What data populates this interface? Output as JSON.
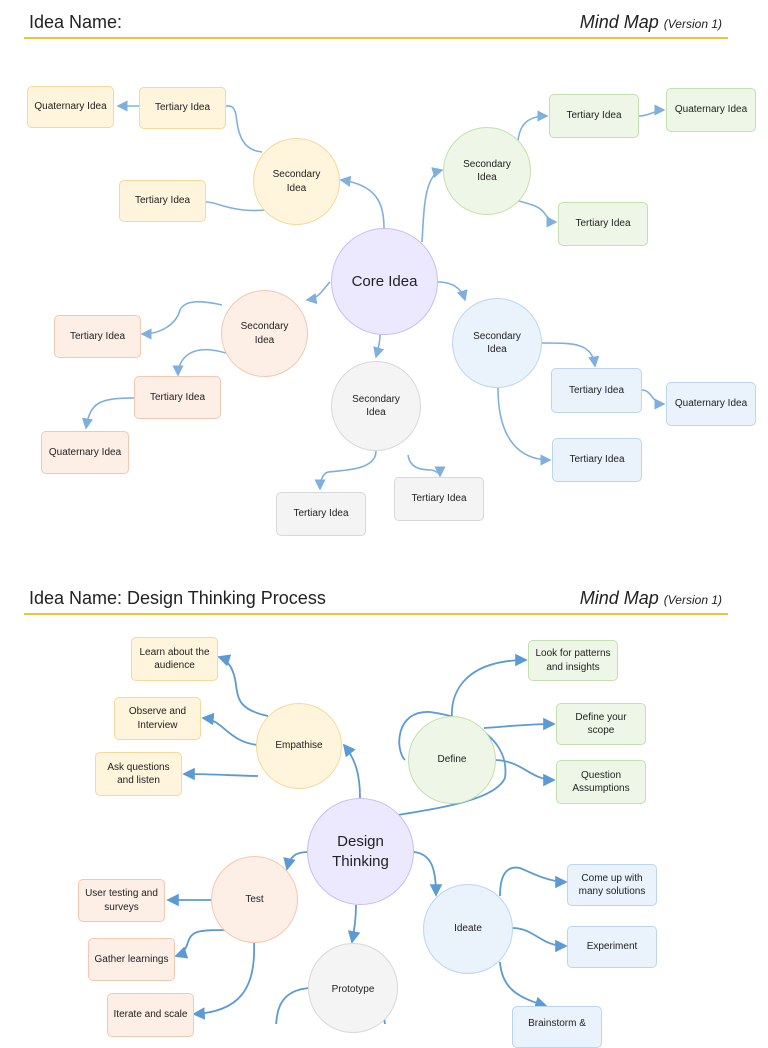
{
  "header1": {
    "left": "Idea Name:",
    "right": "Mind Map",
    "version": "(Version 1)"
  },
  "map1": {
    "core": "Core Idea",
    "secondary": [
      "Secondary Idea",
      "Secondary Idea",
      "Secondary Idea",
      "Secondary Idea",
      "Secondary Idea"
    ],
    "tertiary": "Tertiary Idea",
    "quaternary": "Quaternary Idea"
  },
  "header2": {
    "left": "Idea Name: Design Thinking Process",
    "right": "Mind Map",
    "version": "(Version 1)"
  },
  "map2": {
    "core": "Design Thinking",
    "empathise": {
      "label": "Empathise",
      "items": [
        "Learn about the audience",
        "Observe and Interview",
        "Ask questions and listen"
      ]
    },
    "define": {
      "label": "Define",
      "items": [
        "Look for patterns and insights",
        "Define your scope",
        "Question Assumptions"
      ]
    },
    "test": {
      "label": "Test",
      "items": [
        "User testing and surveys",
        "Gather learnings",
        "Iterate and scale"
      ]
    },
    "ideate": {
      "label": "Ideate",
      "items": [
        "Come up with many solutions",
        "Experiment",
        "Brainstorm &"
      ]
    },
    "prototype": {
      "label": "Prototype"
    }
  }
}
